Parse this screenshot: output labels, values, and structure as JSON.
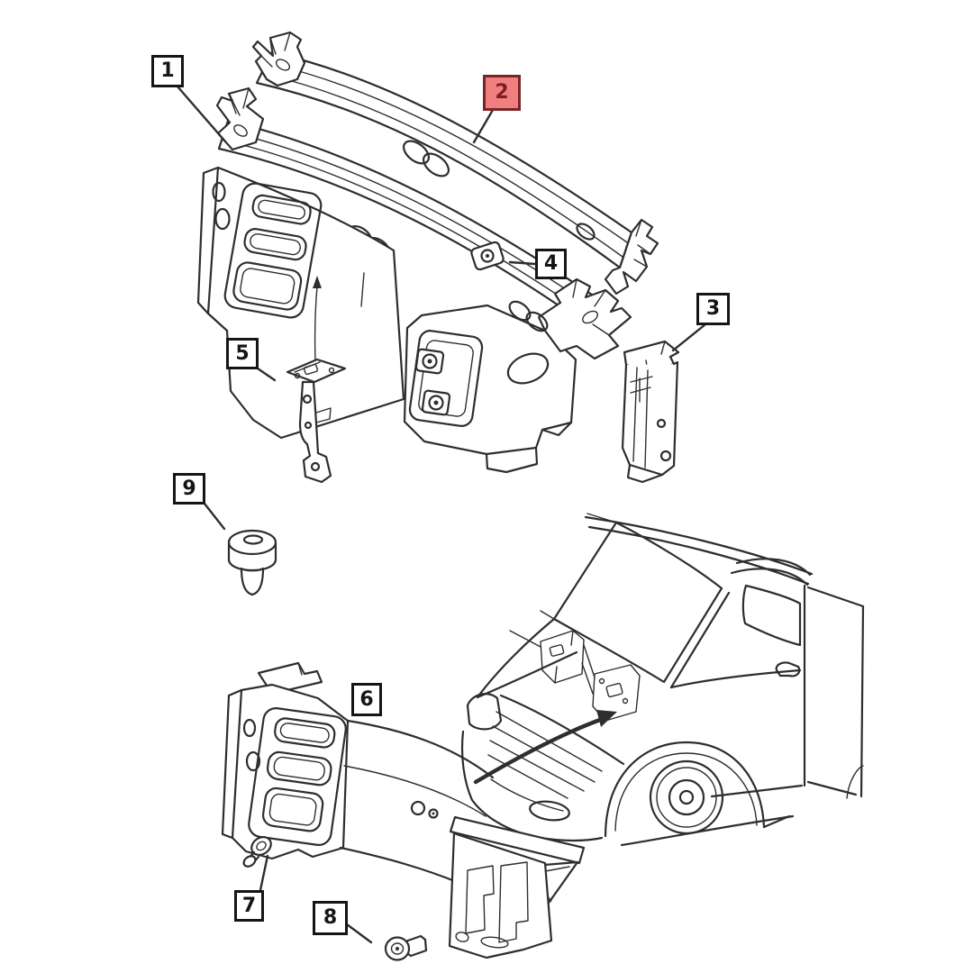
{
  "diagram": {
    "type": "exploded-parts-line-diagram",
    "highlighted_callout": "2"
  },
  "callouts": [
    {
      "number": "1",
      "highlighted": false
    },
    {
      "number": "2",
      "highlighted": true
    },
    {
      "number": "3",
      "highlighted": false
    },
    {
      "number": "4",
      "highlighted": false
    },
    {
      "number": "5",
      "highlighted": false
    },
    {
      "number": "6",
      "highlighted": false
    },
    {
      "number": "7",
      "highlighted": false
    },
    {
      "number": "8",
      "highlighted": false
    },
    {
      "number": "9",
      "highlighted": false
    }
  ],
  "colors": {
    "background": "#ffffff",
    "line": "#2e2e2e",
    "callout_fill": "#ffffff",
    "callout_border": "#151515",
    "callout_text": "#151515",
    "highlight_fill": "#f08080",
    "highlight_border": "#7a2525",
    "highlight_text": "#7c1f1f"
  }
}
